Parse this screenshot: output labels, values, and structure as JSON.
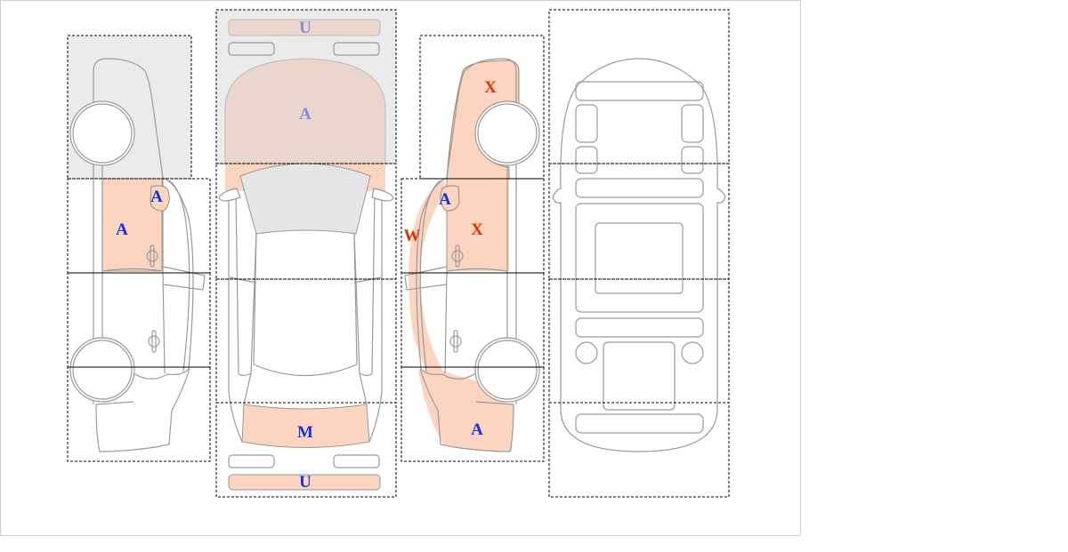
{
  "colors": {
    "damage_fill": "#fcd5c0",
    "shaded_fill": "#ebebeb",
    "marker_blue": "#1133dd",
    "marker_red": "#dd3300",
    "marker_faded": "#7f8ee0"
  },
  "views": {
    "left_side": {
      "labels": [
        "A",
        "A"
      ]
    },
    "top": {
      "labels": [
        "U",
        "A",
        "M",
        "U"
      ]
    },
    "right_side": {
      "labels": [
        "X",
        "A",
        "X",
        "W",
        "A"
      ]
    }
  }
}
